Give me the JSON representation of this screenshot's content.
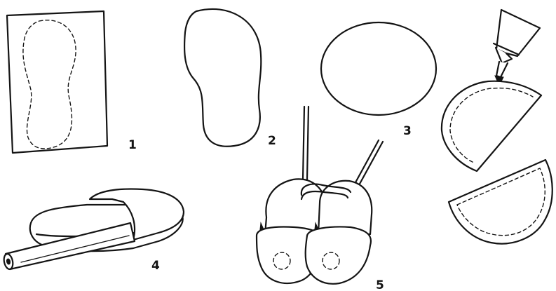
{
  "steps": [
    {
      "number": "1"
    },
    {
      "number": "2"
    },
    {
      "number": "3"
    },
    {
      "number": "4"
    },
    {
      "number": "5"
    }
  ],
  "ink_color": "#141414",
  "paper_color": "#ffffff"
}
